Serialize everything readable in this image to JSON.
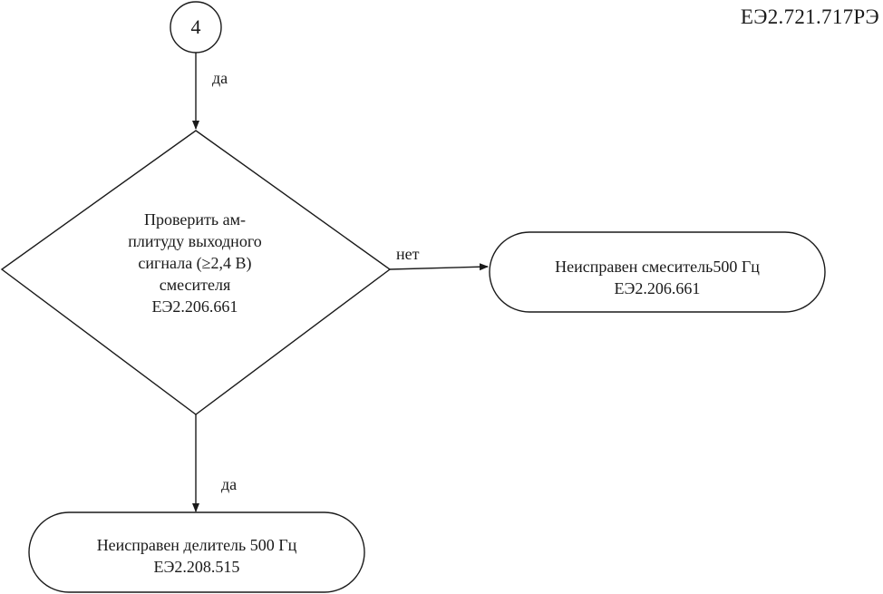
{
  "header": {
    "doc_code": "ЕЭ2.721.717РЭ"
  },
  "connector": {
    "label": "4"
  },
  "edges": {
    "connector_to_decision": "да",
    "decision_no": "нет",
    "decision_yes": "да"
  },
  "decision": {
    "lines": [
      "Проверить ам-",
      "плитуду выходного",
      "сигнала (≥2,4 В)",
      "смесителя",
      "ЕЭ2.206.661"
    ]
  },
  "terminal_right": {
    "lines": [
      "Неисправен смеситель500 Гц",
      "ЕЭ2.206.661"
    ]
  },
  "terminal_bottom": {
    "lines": [
      "Неисправен делитель 500 Гц",
      "ЕЭ2.208.515"
    ]
  }
}
